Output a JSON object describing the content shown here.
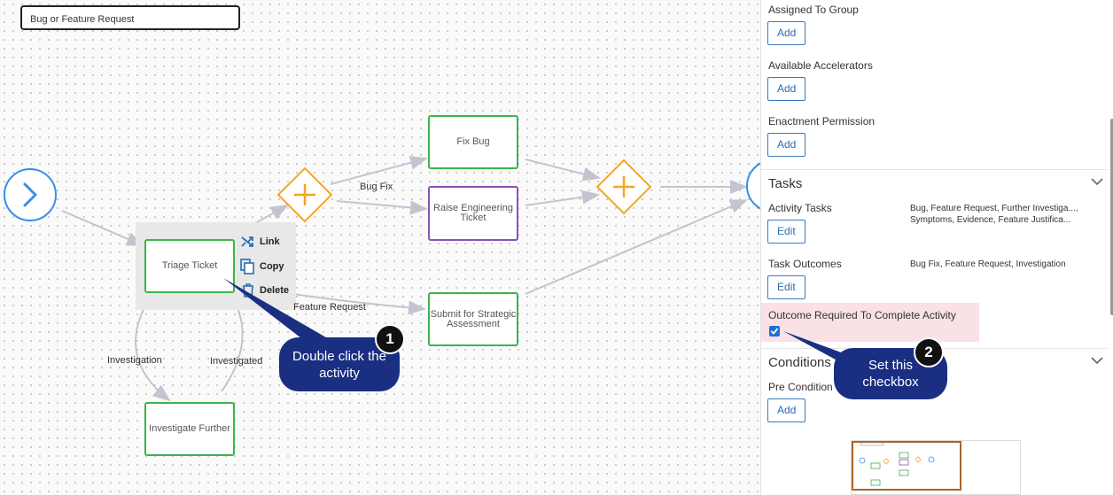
{
  "canvas": {
    "title": "Bug or Feature Request",
    "nodes": {
      "triage": "Triage Ticket",
      "investigate": "Investigate Further",
      "fix_bug": "Fix Bug",
      "raise_eng": "Raise Engineering Ticket",
      "submit": "Submit for Strategic Assessment"
    },
    "edge_labels": {
      "bug_fix": "Bug Fix",
      "feature_request": "Feature Request",
      "investigation": "Investigation",
      "investigated": "Investigated"
    },
    "context_menu": {
      "link": "Link",
      "copy": "Copy",
      "delete": "Delete"
    }
  },
  "callouts": [
    {
      "number": "1",
      "text": "Double click the activity"
    },
    {
      "number": "2",
      "text": "Set this checkbox"
    }
  ],
  "panel": {
    "assigned_to_group": {
      "label": "Assigned To Group",
      "button": "Add"
    },
    "available_accelerators": {
      "label": "Available Accelerators",
      "button": "Add"
    },
    "enactment_permission": {
      "label": "Enactment Permission",
      "button": "Add"
    },
    "tasks": {
      "title": "Tasks",
      "activity_tasks": {
        "label": "Activity Tasks",
        "button": "Edit",
        "value_line1": "Bug, Feature Request, Further Investiga...,",
        "value_line2": "Symptoms, Evidence, Feature Justifica..."
      },
      "task_outcomes": {
        "label": "Task Outcomes",
        "button": "Edit",
        "value": "Bug Fix, Feature Request, Investigation"
      },
      "outcome_required": {
        "label": "Outcome Required To Complete Activity",
        "checked": true
      }
    },
    "conditions": {
      "title": "Conditions",
      "pre_condition": {
        "label": "Pre Condition",
        "button": "Add"
      }
    }
  },
  "colors": {
    "accent": "#2a6db0",
    "gateway": "#f5a623",
    "activity": "#3cb44b",
    "activity_alt": "#8a52b3",
    "event": "#3a8ee6",
    "callout": "#1a2f82"
  }
}
